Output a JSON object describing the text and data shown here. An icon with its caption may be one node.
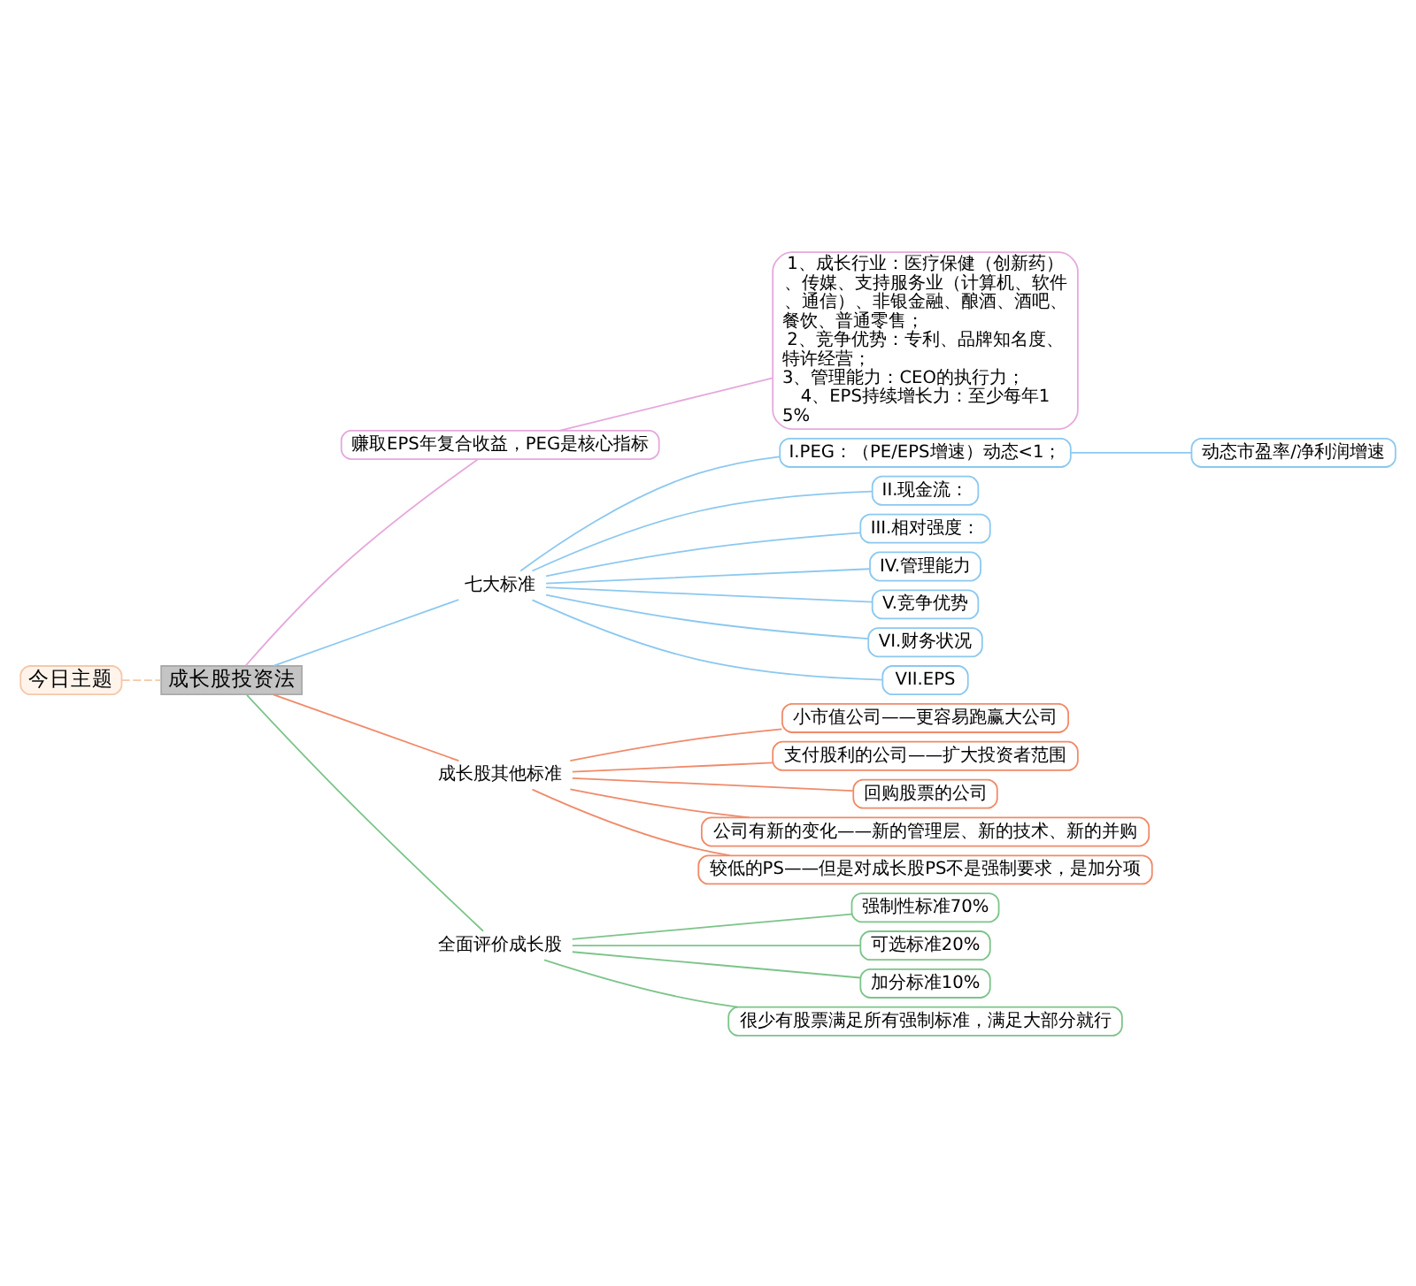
{
  "diagram": {
    "nodes": [
      {
        "text": [
          "今日主题"
        ]
      },
      {
        "text": [
          "成长股投资法"
        ]
      },
      {
        "text": [
          "赚取EPS年复合收益，PEG是核心指标"
        ]
      },
      {
        "text": [
          "1、成长行业：医疗保健（创新药）、传媒、支持服务业（计算机、软件、通信）、非银金融、酿酒、酒吧、餐饮、普通零售；",
          "2、竞争优势：专利、品牌知名度、特许经营；",
          "3、管理能力：CEO的执行力；",
          "4、EPS持续增长力：至少每年15%"
        ]
      },
      {
        "text": [
          "七大标准"
        ]
      },
      {
        "text": [
          "动态市盈率/净利润增速"
        ]
      },
      {
        "text": [
          "I.PEG：（PE/EPS增速）动态<1；"
        ]
      },
      {
        "text": [
          "II.现金流："
        ]
      },
      {
        "text": [
          "III.相对强度："
        ]
      },
      {
        "text": [
          "IV.管理能力"
        ]
      },
      {
        "text": [
          "V.竞争优势"
        ]
      },
      {
        "text": [
          "VI.财务状况"
        ]
      },
      {
        "text": [
          "VII.EPS"
        ]
      },
      {
        "text": [
          "成长股其他标准"
        ]
      },
      {
        "text": [
          "小市值公司——更容易跑赢大公司"
        ]
      },
      {
        "text": [
          "支付股利的公司——扩大投资者范围"
        ]
      },
      {
        "text": [
          "回购股票的公司"
        ]
      },
      {
        "text": [
          "公司有新的变化——新的管理层、新的技术、新的并购"
        ]
      },
      {
        "text": [
          "较低的PS——但是对成长股PS不是强制要求，是加分项"
        ]
      },
      {
        "text": [
          "全面评价成长股"
        ]
      },
      {
        "text": [
          "强制性标准70%"
        ]
      },
      {
        "text": [
          "可选标准20%"
        ]
      },
      {
        "text": [
          "加分标准10%"
        ]
      },
      {
        "text": [
          "很少有股票满足所有强制标准，满足大部分就行"
        ]
      }
    ],
    "edges": [
      {
        "from": 0,
        "to": 1,
        "arrow": "none",
        "style": "dashed",
        "color": "#f5c8a8"
      },
      {
        "from": 1,
        "to": 2,
        "arrow": "none",
        "color": "#e6a8dc"
      },
      {
        "from": 2,
        "to": 3,
        "arrow": "none",
        "color": "#e6a8dc"
      },
      {
        "from": 1,
        "to": 4,
        "arrow": "none"
      },
      {
        "from": 4,
        "to": 6,
        "arrow": "none"
      },
      {
        "from": 6,
        "to": 5,
        "arrow": "none"
      },
      {
        "from": 4,
        "to": 7,
        "arrow": "none"
      },
      {
        "from": 4,
        "to": 8,
        "arrow": "none"
      },
      {
        "from": 4,
        "to": 9,
        "arrow": "none"
      },
      {
        "from": 4,
        "to": 10,
        "arrow": "none"
      },
      {
        "from": 4,
        "to": 11,
        "arrow": "none"
      },
      {
        "from": 4,
        "to": 12,
        "arrow": "none"
      },
      {
        "from": 1,
        "to": 13,
        "arrow": "none",
        "color": "#f08a6a"
      },
      {
        "from": 13,
        "to": 14,
        "arrow": "none",
        "color": "#f08a6a"
      },
      {
        "from": 13,
        "to": 15,
        "arrow": "none",
        "color": "#f08a6a"
      },
      {
        "from": 13,
        "to": 16,
        "arrow": "none",
        "color": "#f08a6a"
      },
      {
        "from": 13,
        "to": 17,
        "arrow": "none",
        "color": "#f08a6a"
      },
      {
        "from": 13,
        "to": 18,
        "arrow": "none",
        "color": "#f08a6a"
      },
      {
        "from": 1,
        "to": 19,
        "arrow": "none",
        "color": "#7cc48a"
      },
      {
        "from": 19,
        "to": 20,
        "arrow": "none",
        "color": "#7cc48a"
      },
      {
        "from": 19,
        "to": 21,
        "arrow": "none",
        "color": "#7cc48a"
      },
      {
        "from": 19,
        "to": 22,
        "arrow": "none",
        "color": "#7cc48a"
      },
      {
        "from": 19,
        "to": 23,
        "arrow": "none",
        "color": "#7cc48a"
      }
    ]
  }
}
